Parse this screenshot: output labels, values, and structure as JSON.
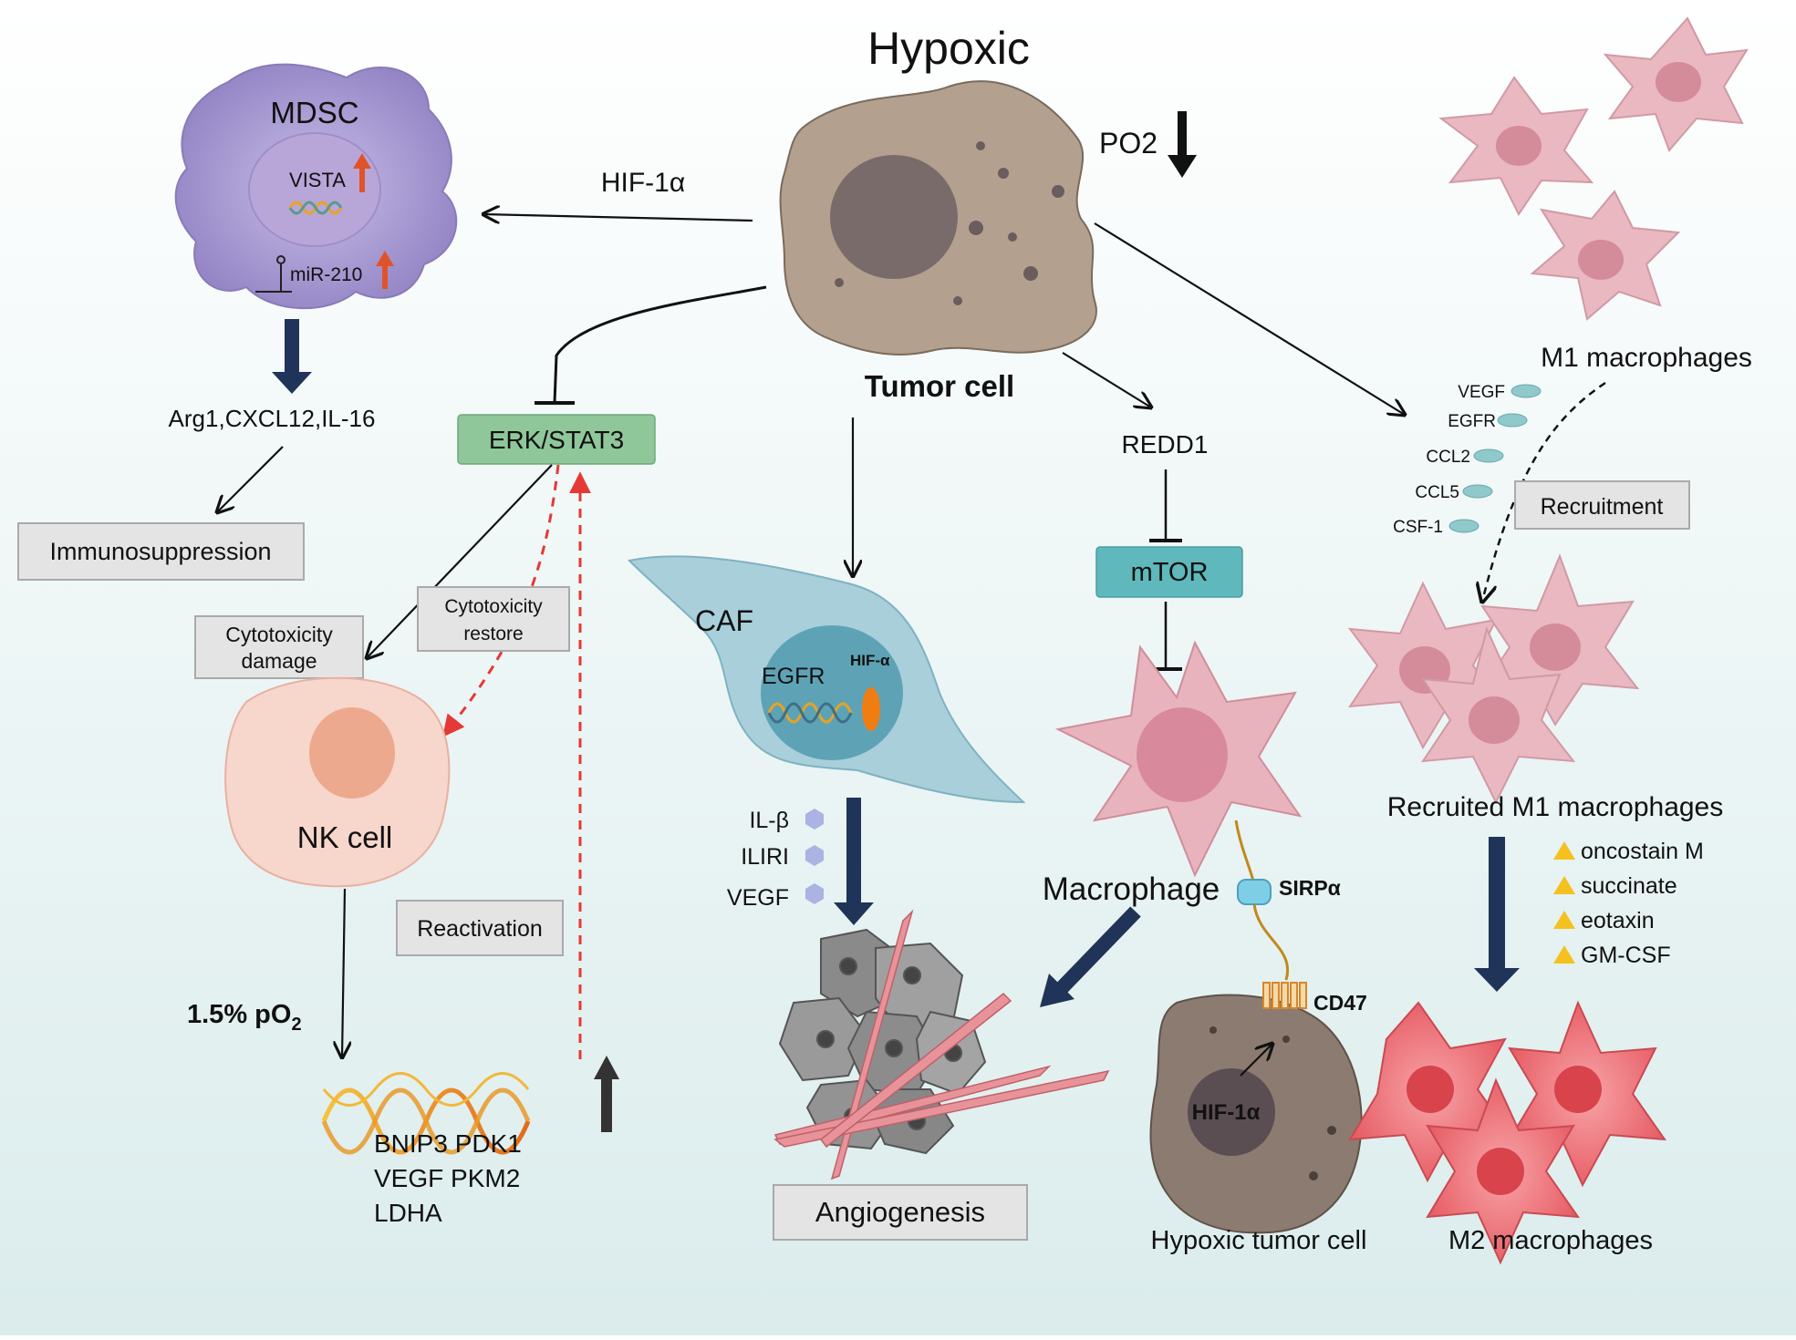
{
  "title": "Hypoxic",
  "tumor": {
    "label": "Tumor cell",
    "po2": "PO2",
    "hif": "HIF-1α"
  },
  "mdsc": {
    "label": "MDSC",
    "vista": "VISTA",
    "mir": "miR-210",
    "products": "Arg1,CXCL12,IL-16",
    "outcome": "Immunosuppression"
  },
  "erk": {
    "label": "ERK/STAT3",
    "cytotoxicity_damage": [
      "Cytotoxicity",
      "damage"
    ],
    "cytotoxicity_restore": [
      "Cytotoxicity",
      "restore"
    ],
    "reactivation": "Reactivation"
  },
  "nk": {
    "label": "NK cell",
    "po2_label": "1.5% pO",
    "po2_sub": "2",
    "genes": [
      "BNIP3 PDK1",
      "VEGF PKM2",
      "LDHA"
    ]
  },
  "caf": {
    "label": "CAF",
    "egfr": "EGFR",
    "hif": "HIF-α",
    "factors": [
      "IL-β",
      "ILIRI",
      "VEGF"
    ],
    "outcome": "Angiogenesis"
  },
  "macrophage": {
    "redd1": "REDD1",
    "mtor": "mTOR",
    "label": "Macrophage",
    "sirpa": "SIRPα",
    "cd47": "CD47",
    "hif": "HIF-1α",
    "tumor_label": "Hypoxic tumor cell"
  },
  "m1": {
    "label": "M1 macrophages",
    "factors": [
      "VEGF",
      "EGFR",
      "CCL2",
      "CCL5",
      "CSF-1"
    ],
    "recruitment": "Recruitment",
    "recruited_label": "Recruited M1 macrophages",
    "m2_factors": [
      "oncostain M",
      "succinate",
      "eotaxin",
      "GM-CSF"
    ],
    "m2_label": "M2 macrophages"
  },
  "colors": {
    "tumor": "#b3a08e",
    "mdsc": "#a99bd0",
    "erk_box": "#8fc79a",
    "mtor_box": "#5fb8bc",
    "caf": "#a9cfda",
    "macrophage": "#e8b3bd",
    "m2": "#ef7f84",
    "nk": "#f7d6cc",
    "red_arrow": "#e53935",
    "navy_arrow": "#1f3458"
  }
}
